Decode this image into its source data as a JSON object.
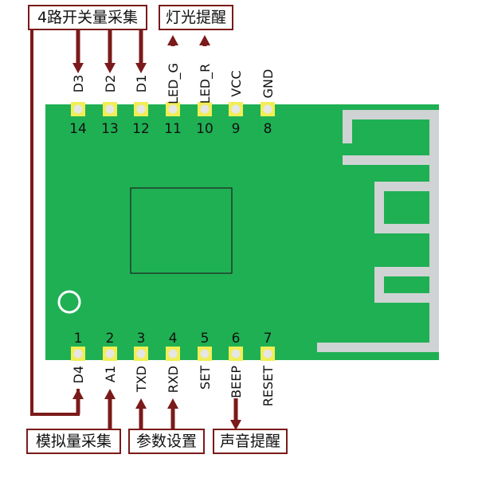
{
  "colors": {
    "board": "#1fb053",
    "pad": "#f2ee55",
    "pad_hole": "#e6e6e6",
    "antenna": "#cfd3d3",
    "arrow": "#7b1a1a",
    "text": "#111111"
  },
  "group_labels": {
    "digital_switch": "4路开关量采集",
    "led_alert": "灯光提醒",
    "analog": "模拟量采集",
    "param_setting": "参数设置",
    "sound_alert": "声音提醒"
  },
  "top_pins": [
    {
      "number": "14",
      "name": "D3"
    },
    {
      "number": "13",
      "name": "D2"
    },
    {
      "number": "12",
      "name": "D1"
    },
    {
      "number": "11",
      "name": "LED_G"
    },
    {
      "number": "10",
      "name": "LED_R"
    },
    {
      "number": "9",
      "name": "VCC"
    },
    {
      "number": "8",
      "name": "GND"
    }
  ],
  "bottom_pins": [
    {
      "number": "1",
      "name": "D4"
    },
    {
      "number": "2",
      "name": "A1"
    },
    {
      "number": "3",
      "name": "TXD"
    },
    {
      "number": "4",
      "name": "RXD"
    },
    {
      "number": "5",
      "name": "SET"
    },
    {
      "number": "6",
      "name": "BEEP"
    },
    {
      "number": "7",
      "name": "RESET"
    }
  ]
}
